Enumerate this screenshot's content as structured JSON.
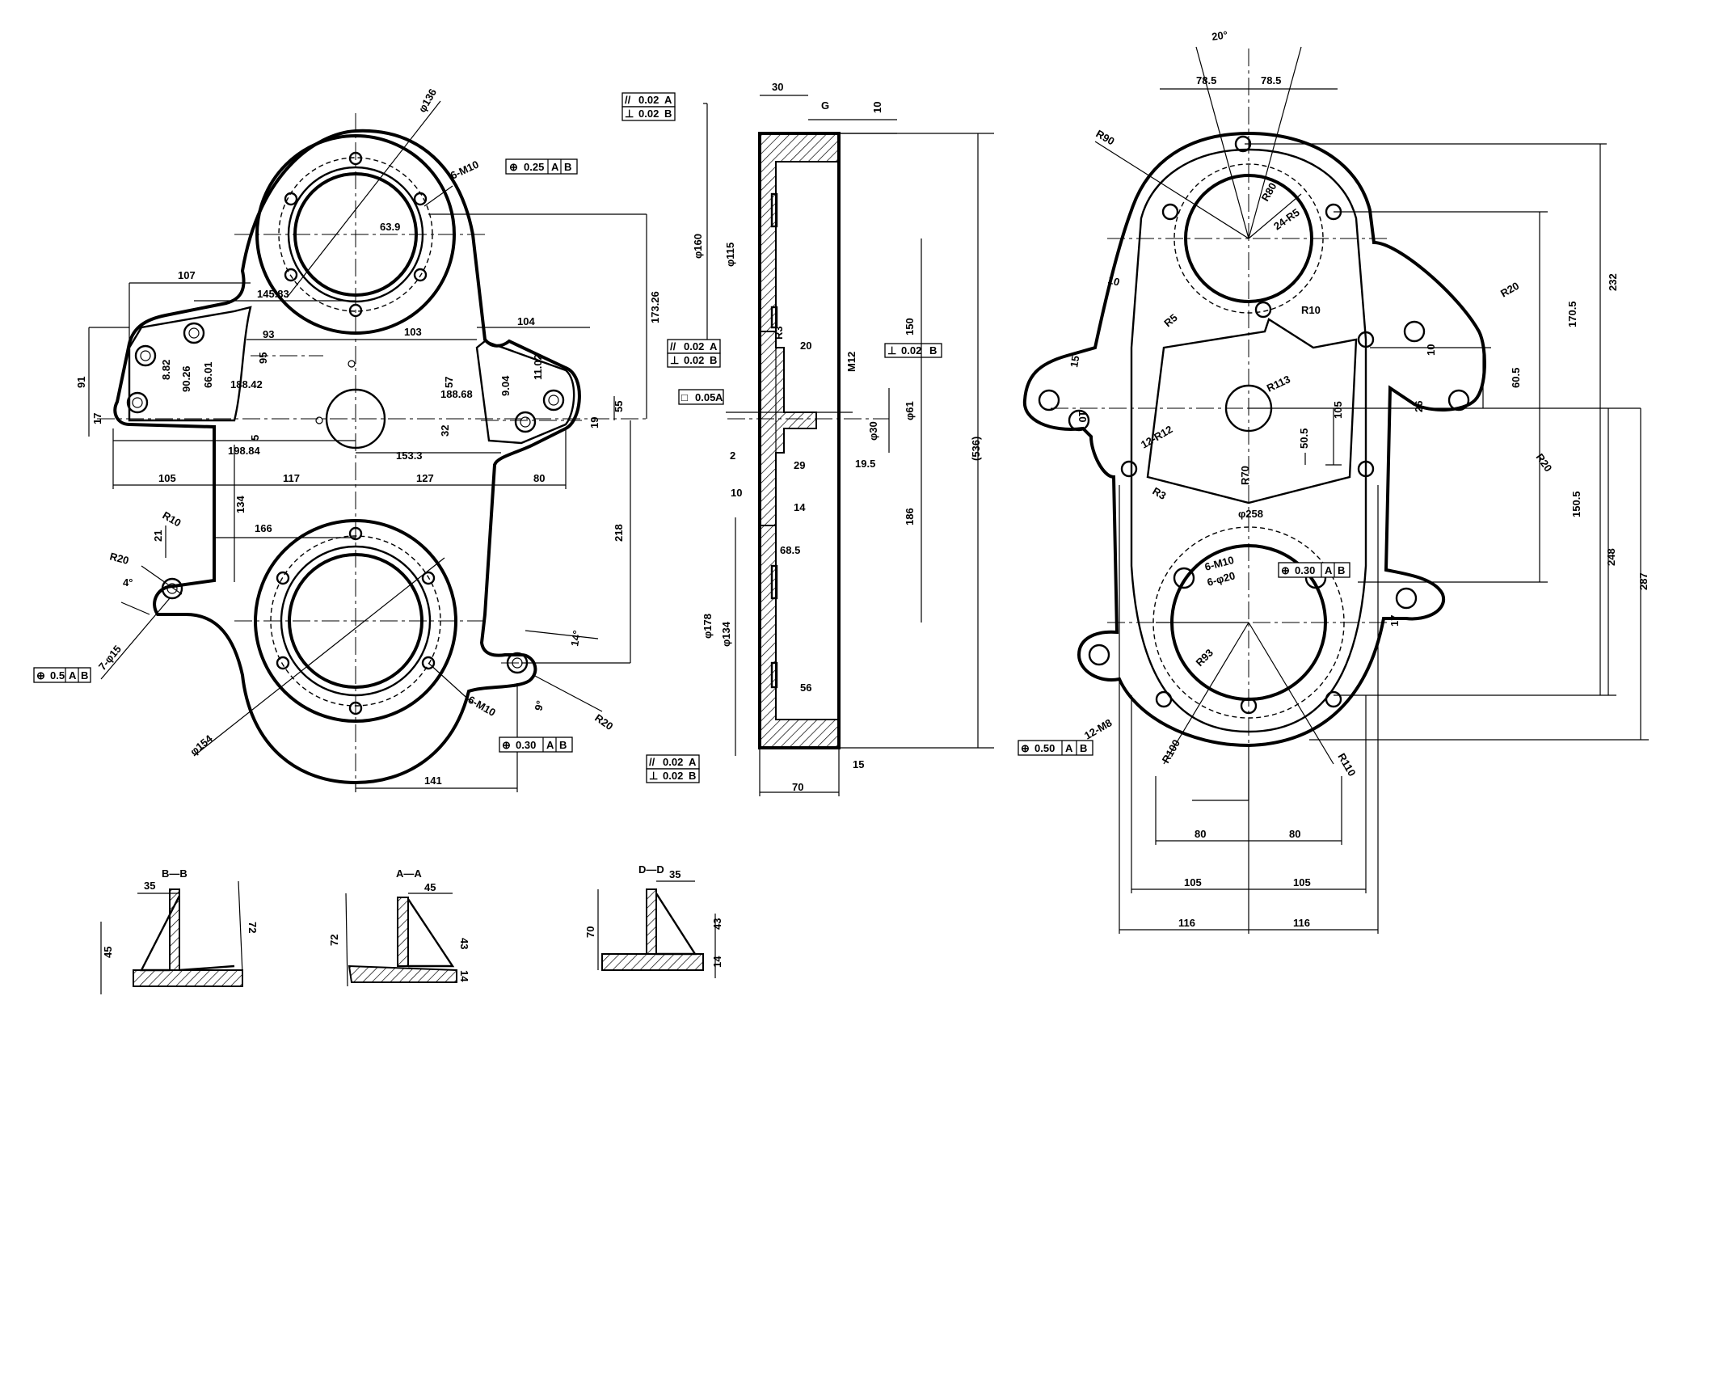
{
  "views": {
    "front_left": {
      "dims": [
        "φ136",
        "6-M10",
        "0.25",
        "A",
        "B",
        "63.9",
        "107",
        "145.83",
        "173.26",
        "93",
        "103",
        "104",
        "95",
        "8.82",
        "90.26",
        "66.01",
        "188.42",
        "57",
        "188.68",
        "9.04",
        "11.02",
        "55",
        "19",
        "91",
        "17",
        "5",
        "32",
        "198.84",
        "153.3",
        "105",
        "117",
        "127",
        "80",
        "134",
        "R10",
        "166",
        "21",
        "218",
        "R20",
        "4°",
        "7-φ15",
        "0.5",
        "A",
        "B",
        "14°",
        "9°",
        "R20",
        "6-M10",
        "0.30",
        "A",
        "B",
        "φ154",
        "141"
      ]
    },
    "section_mid": {
      "dims": [
        "0.02",
        "A",
        "0.02",
        "B",
        "30",
        "G",
        "10",
        "φ160",
        "φ115",
        "0.02",
        "A",
        "0.02",
        "B",
        "R3",
        "20",
        "M12",
        "150",
        "0.02",
        "B",
        "0.05",
        "A",
        "φ30",
        "φ61",
        "2",
        "29",
        "19.5",
        "10",
        "14",
        "68.5",
        "186",
        "(536)",
        "φ178",
        "φ134",
        "56",
        "0.02",
        "A",
        "0.02",
        "B",
        "15",
        "70"
      ]
    },
    "rear_right": {
      "dims": [
        "20°",
        "78.5",
        "78.5",
        "R90",
        "R80",
        "24-R5",
        "232",
        "10",
        "R5",
        "R10",
        "R20",
        "170.5",
        "15",
        "10",
        "10",
        "60.5",
        "R113",
        "105",
        "26",
        "12-R12",
        "50.5",
        "R20",
        "R70",
        "R3",
        "φ258",
        "150.5",
        "6-M10",
        "0.30",
        "A",
        "B",
        "6-φ20",
        "248",
        "287",
        "17",
        "R93",
        "12-M8",
        "0.50",
        "A",
        "B",
        "R100",
        "R110",
        "80",
        "80",
        "105",
        "105",
        "116",
        "116"
      ]
    },
    "details": [
      {
        "label": "B—B",
        "dims": [
          "35",
          "45",
          "72"
        ]
      },
      {
        "label": "A—A",
        "dims": [
          "45",
          "72",
          "43",
          "14"
        ]
      },
      {
        "label": "D—D",
        "dims": [
          "35",
          "70",
          "43",
          "14"
        ]
      }
    ]
  }
}
